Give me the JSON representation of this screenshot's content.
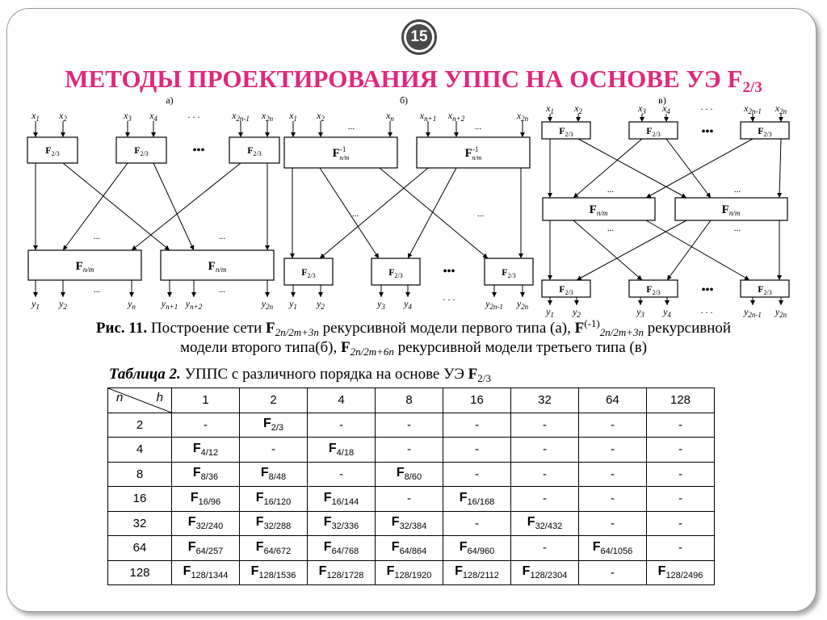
{
  "slide": {
    "number": "15",
    "title_main": "МЕТОДЫ ПРОЕКТИРОВАНИЯ УППС НА ОСНОВЕ УЭ F",
    "title_sub": "2/3"
  },
  "diagram": {
    "labels": {
      "a": "а)",
      "b": "б)",
      "c": "в)"
    },
    "block_f23": "F",
    "block_f23_sub": "2/3",
    "block_fnm": "F",
    "block_fnm_sub": "n/m",
    "block_finv": "F",
    "block_finv_sup": "-1",
    "block_finv_sub": "n/m",
    "dots_big": "•••",
    "dots_small": "...",
    "dots_spaced": ". . .",
    "a_inputs": [
      "x1",
      "x2",
      "x3",
      "x4",
      "x2n-1",
      "x2n"
    ],
    "a_outputs": [
      "y1",
      "y2",
      "yn",
      "yn+1",
      "yn+2",
      "y2n"
    ],
    "b_inputs": [
      "x1",
      "x2",
      "xn",
      "xn+1",
      "xn+2",
      "x2n"
    ],
    "b_outputs": [
      "y1",
      "y2",
      "y3",
      "y4",
      "y2n-1",
      "y2n"
    ],
    "c_inputs": [
      "x1",
      "x2",
      "x3",
      "x4",
      "x2n-1",
      "x2n"
    ],
    "c_outputs": [
      "y1",
      "y2",
      "y3",
      "y4",
      "y2n-1",
      "y2n"
    ]
  },
  "caption": {
    "fig_label": "Рис. 11.",
    "part1": " Построение сети ",
    "f1_sub": "2n/2m+3n",
    "part2": " рекурсивной модели первого типа (а), ",
    "f2_sup": "(-1)",
    "f2_sub": "2n/2m+3n",
    "part3": " рекурсивной",
    "line2_a": "модели второго типа(б), ",
    "f3_sub": "2n/2m+6n",
    "line2_b": " рекурсивной модели третьего типа (в)"
  },
  "table_caption": {
    "label": "Таблица 2.",
    "text": " УППС с различного порядка на основе УЭ ",
    "f_sub": "2/3"
  },
  "table": {
    "corner_n": "n",
    "corner_h": "h",
    "columns": [
      "1",
      "2",
      "4",
      "8",
      "16",
      "32",
      "64",
      "128"
    ],
    "rows": [
      {
        "n": "2",
        "cells": [
          "-",
          "F|2/3",
          "-",
          "-",
          "-",
          "-",
          "-",
          "-"
        ]
      },
      {
        "n": "4",
        "cells": [
          "F|4/12",
          "-",
          "F|4/18",
          "-",
          "-",
          "-",
          "-",
          "-"
        ]
      },
      {
        "n": "8",
        "cells": [
          "F|8/36",
          "F|8/48",
          "-",
          "F|8/60",
          "-",
          "-",
          "-",
          "-"
        ]
      },
      {
        "n": "16",
        "cells": [
          "F|16/96",
          "F|16/120",
          "F|16/144",
          "-",
          "F|16/168",
          "-",
          "-",
          "-"
        ]
      },
      {
        "n": "32",
        "cells": [
          "F|32/240",
          "F|32/288",
          "F|32/336",
          "F|32/384",
          "-",
          "F|32/432",
          "-",
          "-"
        ]
      },
      {
        "n": "64",
        "cells": [
          "F|64/257",
          "F|64/672",
          "F|64/768",
          "F|64/864",
          "F|64/960",
          "-",
          "F|64/1056",
          "-"
        ]
      },
      {
        "n": "128",
        "cells": [
          "F|128/1344",
          "F|128/1536",
          "F|128/1728",
          "F|128/1920",
          "F|128/2112",
          "F|128/2304",
          "-",
          "F|128/2496"
        ]
      }
    ]
  }
}
